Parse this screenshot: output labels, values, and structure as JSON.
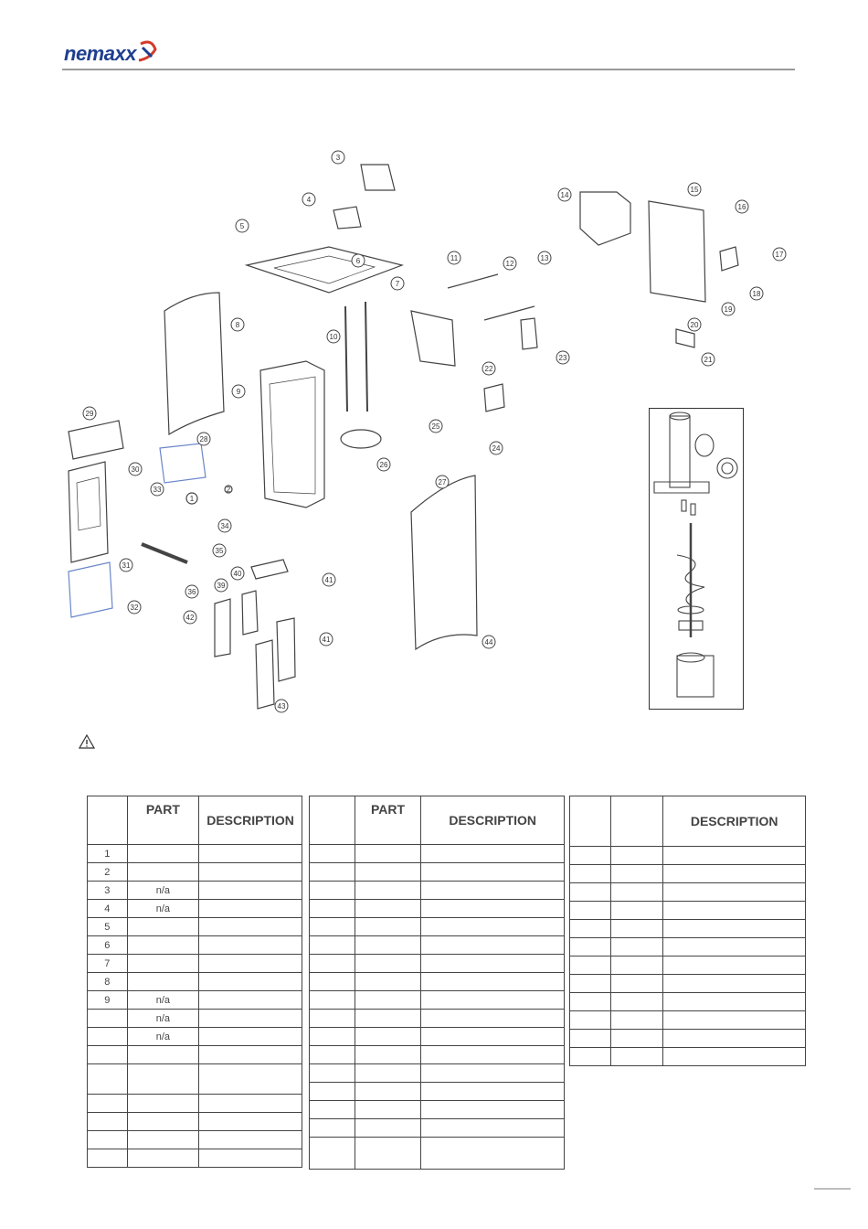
{
  "header": {
    "logo_text": "nemaxx"
  },
  "diagram": {
    "callouts": [
      "1",
      "2",
      "3",
      "4",
      "5",
      "6",
      "7",
      "8",
      "9",
      "10",
      "11",
      "12",
      "13",
      "14",
      "15",
      "16",
      "17",
      "18",
      "19",
      "20",
      "21",
      "22",
      "23",
      "24",
      "25",
      "26",
      "27",
      "28",
      "29",
      "30",
      "31",
      "32",
      "33",
      "34",
      "35",
      "36",
      "39",
      "40",
      "41",
      "41",
      "42",
      "43",
      "44"
    ]
  },
  "table1": {
    "headers": [
      "",
      "PART",
      "DESCRIPTION"
    ],
    "rows": [
      [
        "1",
        "",
        ""
      ],
      [
        "2",
        "",
        ""
      ],
      [
        "3",
        "n/a",
        ""
      ],
      [
        "4",
        "n/a",
        ""
      ],
      [
        "5",
        "",
        ""
      ],
      [
        "6",
        "",
        ""
      ],
      [
        "7",
        "",
        ""
      ],
      [
        "8",
        "",
        ""
      ],
      [
        "9",
        "n/a",
        ""
      ],
      [
        "",
        "n/a",
        ""
      ],
      [
        "",
        "n/a",
        ""
      ],
      [
        "",
        "",
        ""
      ],
      [
        "",
        "",
        ""
      ],
      [
        "",
        "",
        ""
      ],
      [
        "",
        "",
        ""
      ],
      [
        "",
        "",
        ""
      ],
      [
        "",
        "",
        ""
      ]
    ]
  },
  "table2": {
    "headers": [
      "",
      "PART",
      "DESCRIPTION"
    ],
    "row_count": 17
  },
  "table3": {
    "headers": [
      "",
      "",
      "DESCRIPTION"
    ],
    "row_count": 12
  }
}
